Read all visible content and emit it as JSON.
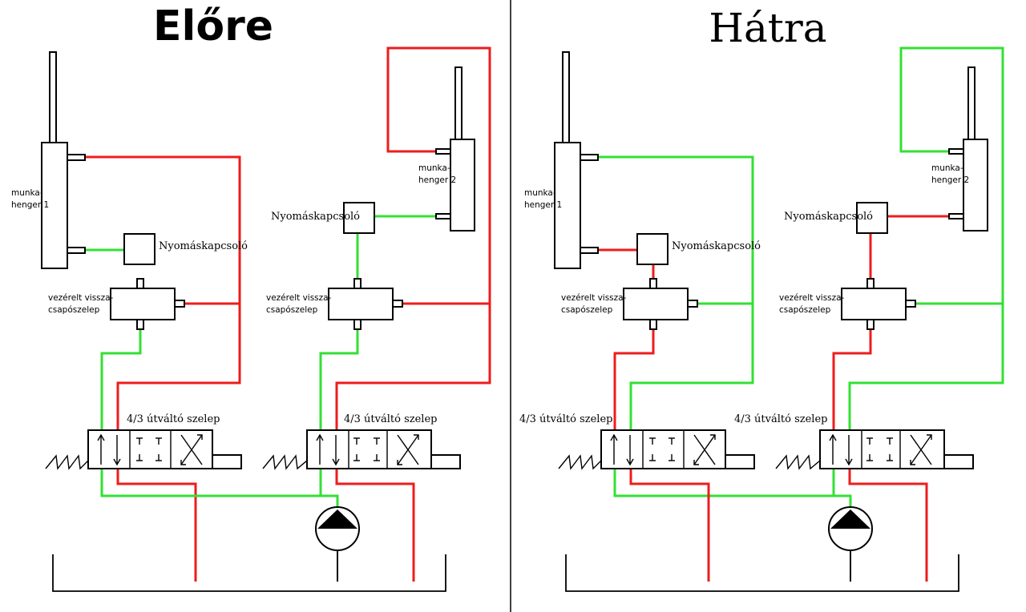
{
  "titles": {
    "left": "Előre",
    "right": "Hátra"
  },
  "labels": {
    "cylinder1": [
      "munka-",
      "henger 1"
    ],
    "cylinder2": [
      "munka-",
      "henger 2"
    ],
    "pressure_switch": "Nyomáskapcsoló",
    "check_valve": [
      "vezérelt vissza-",
      "csapószelep"
    ],
    "directional_valve": "4/3 útváltó szelep"
  },
  "colors": {
    "pressure_line": "#ee1c1c",
    "return_line": "#33e033",
    "outline": "#000000"
  },
  "panels": [
    {
      "id": "elore",
      "mode": "forward"
    },
    {
      "id": "hatra",
      "mode": "backward"
    }
  ]
}
